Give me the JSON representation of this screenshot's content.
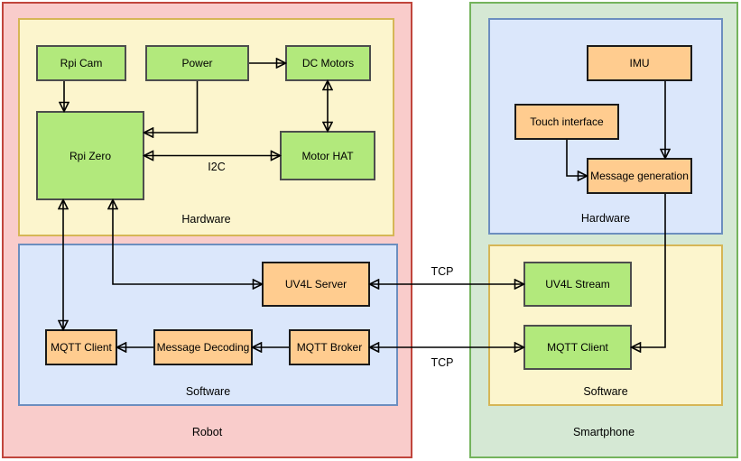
{
  "containers": {
    "robot": {
      "label": "Robot"
    },
    "robot_hardware": {
      "label": "Hardware"
    },
    "robot_software": {
      "label": "Software"
    },
    "smartphone": {
      "label": "Smartphone"
    },
    "smartphone_hardware": {
      "label": "Hardware"
    },
    "smartphone_software": {
      "label": "Software"
    }
  },
  "nodes": {
    "rpi_cam": {
      "label": "Rpi Cam"
    },
    "power": {
      "label": "Power"
    },
    "dc_motors": {
      "label": "DC Motors"
    },
    "rpi_zero": {
      "label": "Rpi Zero"
    },
    "motor_hat": {
      "label": "Motor HAT"
    },
    "uv4l_server": {
      "label": "UV4L Server"
    },
    "mqtt_client_robot": {
      "label": "MQTT Client"
    },
    "message_decoding": {
      "label": "Message Decoding"
    },
    "mqtt_broker": {
      "label": "MQTT Broker"
    },
    "imu": {
      "label": "IMU"
    },
    "touch_interface": {
      "label": "Touch interface"
    },
    "message_generation": {
      "label": "Message generation"
    },
    "uv4l_stream": {
      "label": "UV4L Stream"
    },
    "mqtt_client_smartphone": {
      "label": "MQTT Client"
    }
  },
  "edge_labels": {
    "i2c": "I2C",
    "tcp_video": "TCP",
    "tcp_mqtt": "TCP"
  },
  "edges": [
    {
      "from": "rpi_cam",
      "to": "rpi_zero",
      "direction": "uni"
    },
    {
      "from": "power",
      "to": "dc_motors",
      "direction": "uni"
    },
    {
      "from": "power",
      "to": "rpi_zero",
      "direction": "uni"
    },
    {
      "from": "rpi_zero",
      "to": "motor_hat",
      "direction": "bi",
      "label": "I2C"
    },
    {
      "from": "dc_motors",
      "to": "motor_hat",
      "direction": "bi"
    },
    {
      "from": "rpi_zero",
      "to": "mqtt_client_robot",
      "direction": "bi"
    },
    {
      "from": "rpi_zero",
      "to": "uv4l_server",
      "direction": "bi"
    },
    {
      "from": "message_decoding",
      "to": "mqtt_client_robot",
      "direction": "uni"
    },
    {
      "from": "mqtt_broker",
      "to": "message_decoding",
      "direction": "uni"
    },
    {
      "from": "uv4l_server",
      "to": "uv4l_stream",
      "direction": "bi",
      "label": "TCP"
    },
    {
      "from": "mqtt_broker",
      "to": "mqtt_client_smartphone",
      "direction": "bi",
      "label": "TCP"
    },
    {
      "from": "imu",
      "to": "message_generation",
      "direction": "uni"
    },
    {
      "from": "touch_interface",
      "to": "message_generation",
      "direction": "uni"
    },
    {
      "from": "message_generation",
      "to": "mqtt_client_smartphone",
      "direction": "uni"
    }
  ],
  "colors": {
    "robot_fill": "#f9cccb",
    "robot_stroke": "#c0453c",
    "hw_robot_fill": "#fcf5cd",
    "hw_robot_stroke": "#d6b656",
    "sw_robot_fill": "#dbe7fb",
    "sw_robot_stroke": "#6c8ebf",
    "phone_fill": "#d5e8d4",
    "phone_stroke": "#74b35c",
    "hw_phone_fill": "#dbe7fb",
    "hw_phone_stroke": "#6c8ebf",
    "sw_phone_fill": "#fcf5cd",
    "sw_phone_stroke": "#d6b656",
    "green_node_fill": "#b2e97c",
    "green_node_stroke": "#4d4d4d",
    "orange_node_fill": "#ffcc8f",
    "orange_node_stroke": "#1a1a1a",
    "connector": "#000000"
  }
}
